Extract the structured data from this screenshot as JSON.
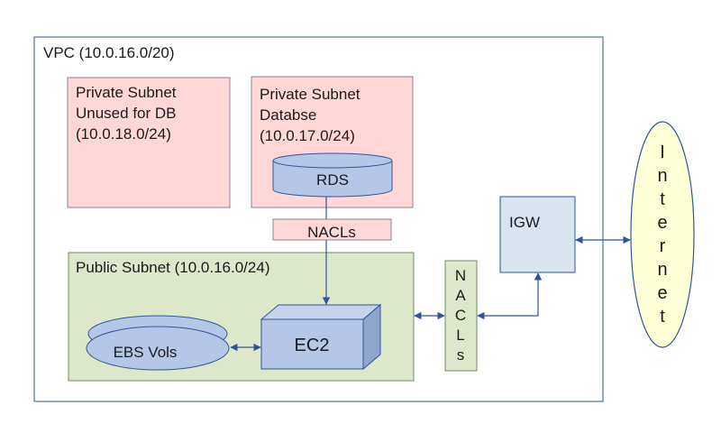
{
  "vpc": {
    "label": "VPC (10.0.16.0/20)"
  },
  "private_subnet_unused": {
    "lines": [
      "Private Subnet",
      "Unused for DB",
      "(10.0.18.0/24)"
    ]
  },
  "private_subnet_db": {
    "lines": [
      "Private Subnet",
      "Databse",
      "(10.0.17.0/24)"
    ]
  },
  "rds": {
    "label": "RDS"
  },
  "nacls_top": {
    "label": "NACLs"
  },
  "public_subnet": {
    "label": "Public Subnet (10.0.16.0/24)"
  },
  "ebs": {
    "label": "EBS Vols"
  },
  "ec2": {
    "label": "EC2"
  },
  "nacls_right": {
    "letters": [
      "N",
      "A",
      "C",
      "L",
      "s"
    ]
  },
  "igw": {
    "label": "IGW"
  },
  "internet": {
    "letters": [
      "I",
      "n",
      "t",
      "e",
      "r",
      "n",
      "e",
      "t"
    ]
  },
  "colors": {
    "private_fill": "#ffd7d7",
    "private_stroke": "#8c7f9a",
    "public_fill": "#dde8cb",
    "public_stroke": "#6e8a6e",
    "blue_fill": "#b4c7e7",
    "blue_stroke": "#2f5597",
    "igw_fill": "#dae3f0",
    "internet_fill": "#ffffd7",
    "arrow": "#2f5597",
    "vpc_stroke": "#2f5597"
  }
}
